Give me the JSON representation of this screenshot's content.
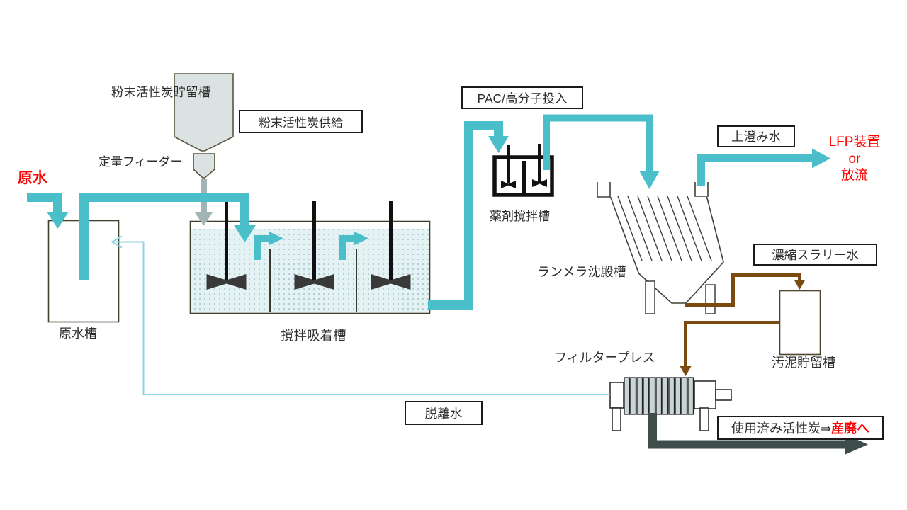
{
  "labels": {
    "carbon_storage": "粉末活性炭貯留槽",
    "feeder": "定量フィーダー",
    "raw_water": "原水",
    "raw_water_tank": "原水槽",
    "adsorption_tank": "撹拌吸着槽",
    "chemical_tank": "薬剤撹拌槽",
    "lamella_tank": "ランメラ沈殿槽",
    "filter_press": "フィルタープレス",
    "sludge_tank": "汚泥貯留槽",
    "lfp_line1": "LFP装置",
    "lfp_line2": "or",
    "lfp_line3": "放流"
  },
  "boxed_labels": {
    "carbon_supply": "粉末活性炭供給",
    "pac_injection": "PAC/高分子投入",
    "supernatant": "上澄み水",
    "slurry": "濃縮スラリー水",
    "desorbed_water": "脱離水",
    "spent_carbon_black": "使用済み活性炭⇒",
    "spent_carbon_red": "産廃へ"
  },
  "colors": {
    "flow_teal": "#4BBFC9",
    "return_light_blue": "#8FD4E4",
    "sludge_brown": "#7B4A10",
    "spent_slate": "#3F4D4A",
    "feed_gray": "#A0B5B4",
    "alert_red": "#FE0000",
    "water_fill": "#E5F2F4",
    "equipment_gray": "#DAE3E2"
  }
}
